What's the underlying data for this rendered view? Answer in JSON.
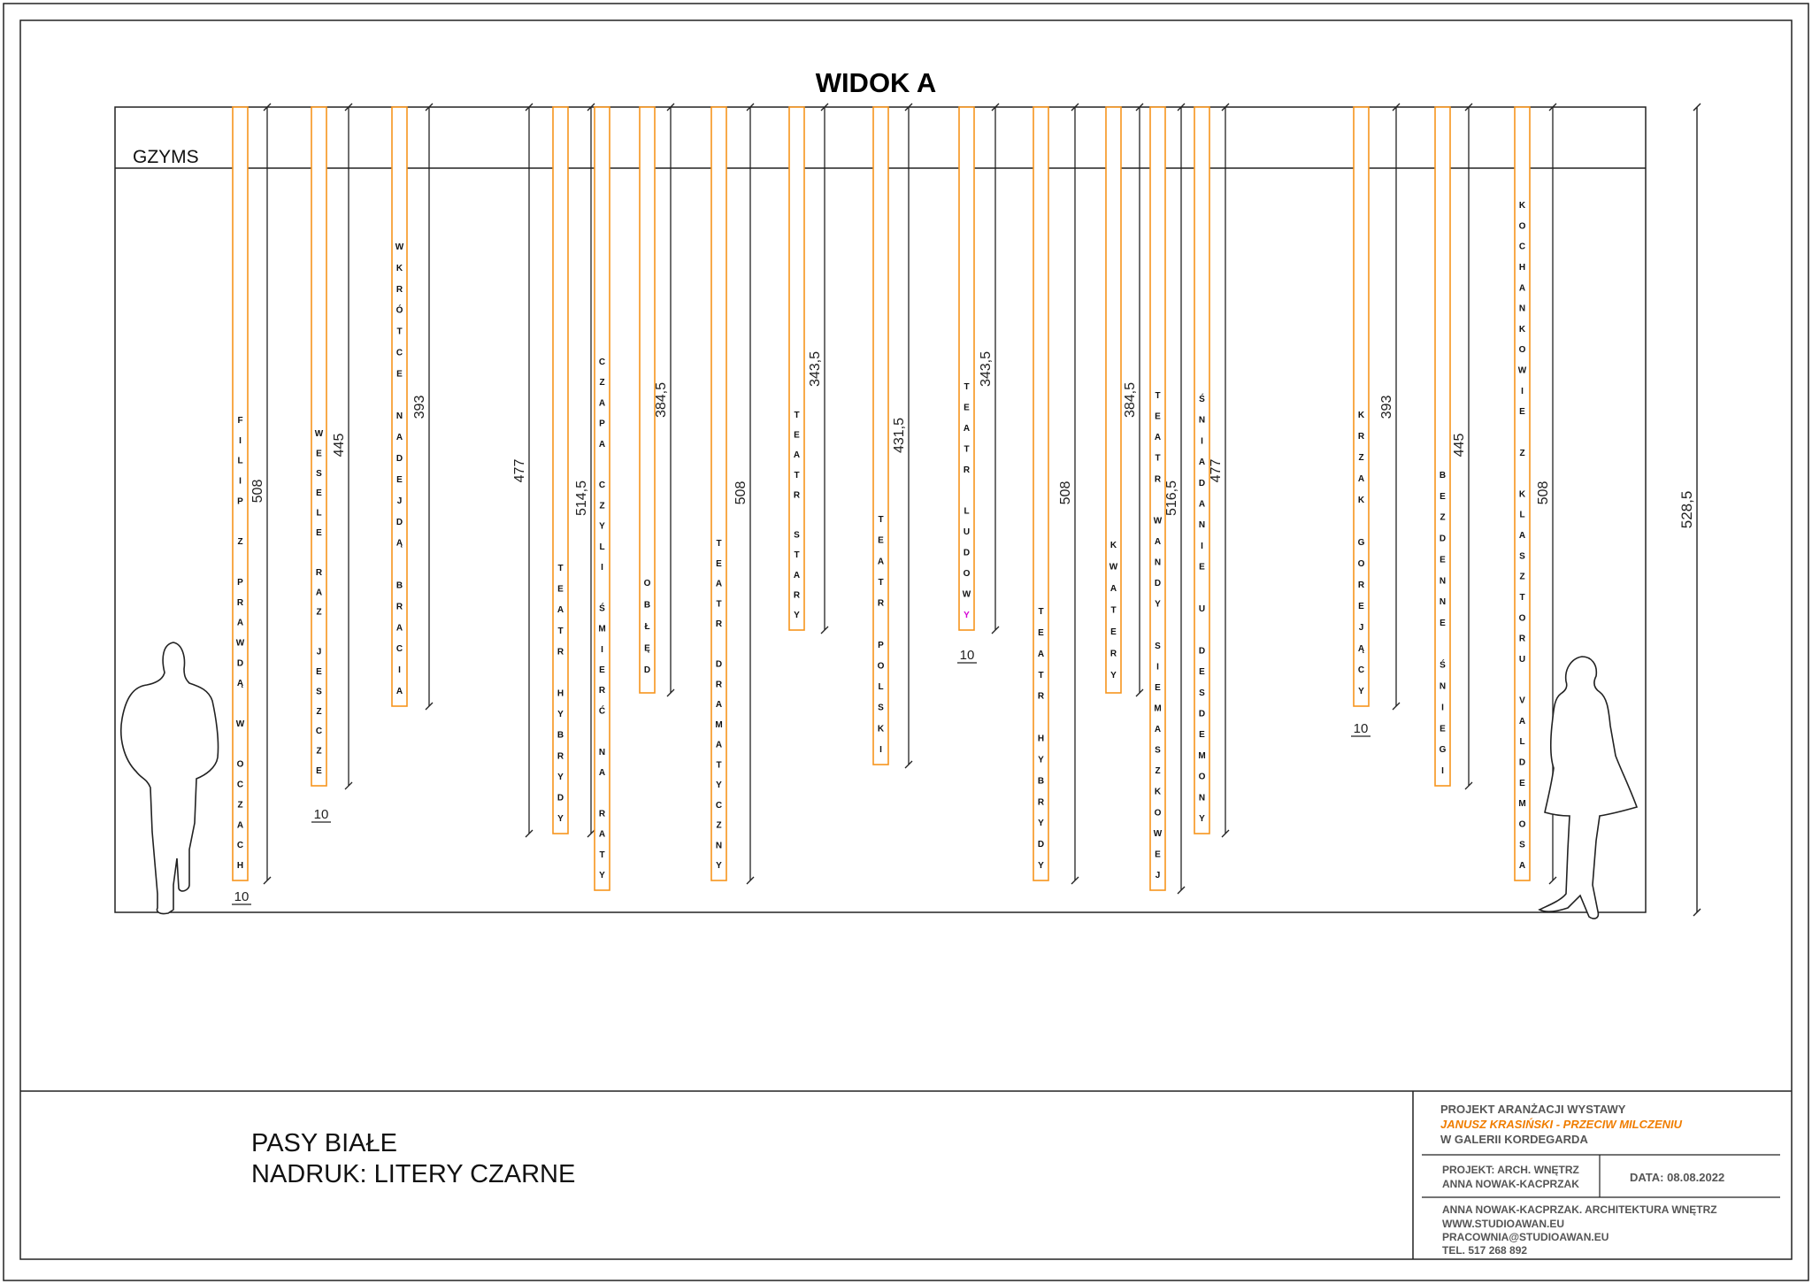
{
  "drawing": {
    "title": "WIDOK A",
    "gzyms_label": "GZYMS",
    "overall_dimension": "528,5",
    "accent_color": "#f7941d",
    "highlight_color": "#d400d4"
  },
  "strips": [
    {
      "text": "FILIP Z PRAWDĄ W OCZACH",
      "dimension": "508",
      "gap": "10"
    },
    {
      "text": "WESELE RAZ JESZCZE",
      "dimension": "445",
      "gap": "10"
    },
    {
      "text": "WKRÓTCE NADEJDĄ BRACIA",
      "dimension": "393"
    },
    {
      "text": "TEATR HYBRYDY",
      "dimension": "514,5",
      "lead_dimension": "477"
    },
    {
      "text": "CZAPA CZYLI ŚMIERĆ NA RATY",
      "dimension": ""
    },
    {
      "text": "OBŁĘD",
      "dimension": "384,5"
    },
    {
      "text": "TEATR DRAMATYCZNY",
      "dimension": "508"
    },
    {
      "text": "TEATR STARY",
      "dimension": "343,5"
    },
    {
      "text": "TEATR POLSKI",
      "dimension": "431,5"
    },
    {
      "text": "TEATR LUDOWY",
      "dimension": "343,5",
      "gap": "10"
    },
    {
      "text": "TEATR HYBRYDY",
      "dimension": "508"
    },
    {
      "text": "KWATERY",
      "dimension": "384,5"
    },
    {
      "text": "TEATR WANDY SIEMASZKOWEJ",
      "dimension": "516,5"
    },
    {
      "text": "ŚNIADANIE U DESDEMONY",
      "dimension": "477"
    },
    {
      "text": "KRZAK GOREJĄCY",
      "dimension": "393",
      "gap": "10"
    },
    {
      "text": "BEZDENNE ŚNIEGI",
      "dimension": "445"
    },
    {
      "text": "KOCHANKOWIE Z KLASZTORU VALDEMOSA",
      "dimension": "508"
    }
  ],
  "notes": {
    "line1": "PASY BIAŁE",
    "line2": "NADRUK: LITERY CZARNE"
  },
  "title_block": {
    "project_line1": "PROJEKT ARANŻACJI WYSTAWY",
    "project_line2": "JANUSZ KRASIŃSKI - PRZECIW MILCZENIU",
    "project_line3": "W GALERII KORDEGARDA",
    "designer_label": "PROJEKT: ARCH. WNĘTRZ",
    "designer_name": "ANNA NOWAK-KACPRZAK",
    "date": "DATA: 08.08.2022",
    "studio": "ANNA NOWAK-KACPRZAK. ARCHITEKTURA WNĘTRZ",
    "www": "WWW.STUDIOAWAN.EU",
    "email": "PRACOWNIA@STUDIOAWAN.EU",
    "phone": "TEL. 517 268 892"
  }
}
